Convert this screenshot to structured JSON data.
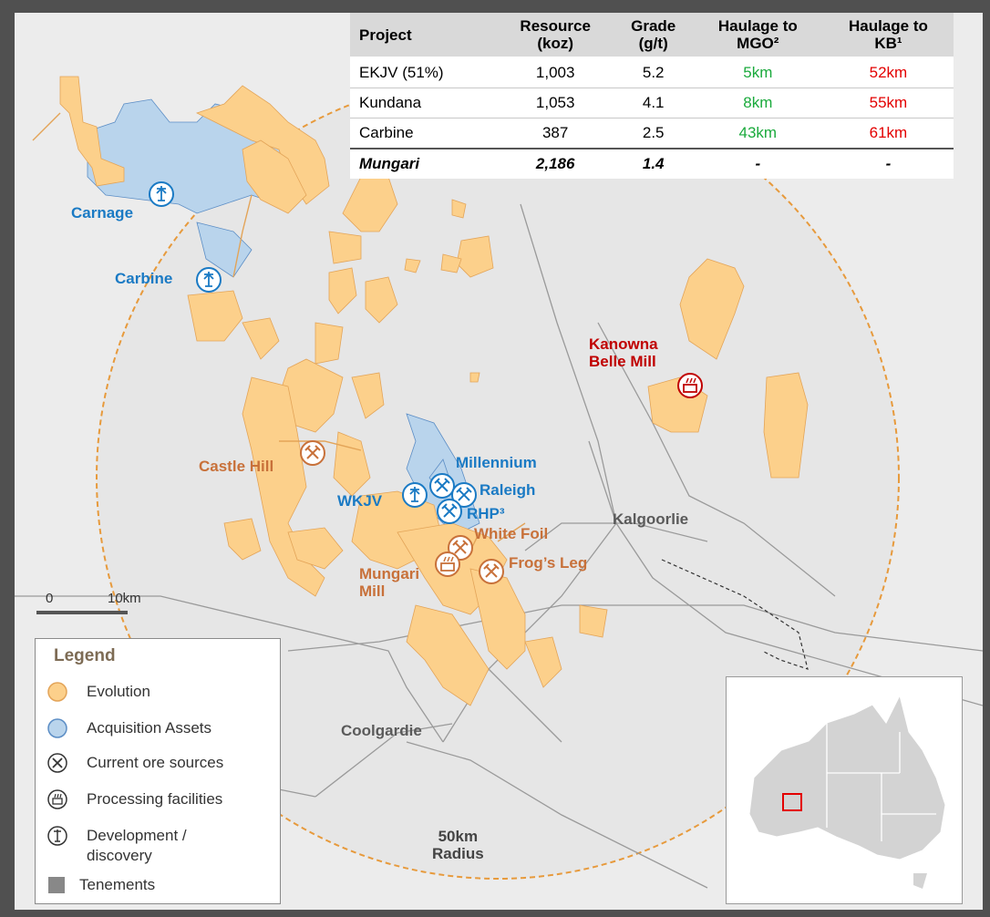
{
  "table": {
    "headers": [
      "Project",
      "Resource (koz)",
      "Grade (g/t)",
      "Haulage to MGO²",
      "Haulage to KB¹"
    ],
    "header_lines": [
      [
        "Project"
      ],
      [
        "Resource",
        "(koz)"
      ],
      [
        "Grade",
        "(g/t)"
      ],
      [
        "Haulage to",
        "MGO²"
      ],
      [
        "Haulage to",
        "KB¹"
      ]
    ],
    "rows": [
      [
        "EKJV (51%)",
        "1,003",
        "5.2",
        "5km",
        "52km"
      ],
      [
        "Kundana",
        "1,053",
        "4.1",
        "8km",
        "55km"
      ],
      [
        "Carbine",
        "387",
        "2.5",
        "43km",
        "61km"
      ]
    ],
    "total": [
      "Mungari",
      "2,186",
      "1.4",
      "-",
      "-"
    ]
  },
  "labels": {
    "carnage": "Carnage",
    "carbine": "Carbine",
    "kanowna": [
      "Kanowna",
      "Belle Mill"
    ],
    "castle_hill": "Castle Hill",
    "millennium": "Millennium",
    "raleigh": "Raleigh",
    "wkjv": "WKJV",
    "rhp": "RHP³",
    "white_foil": "White Foil",
    "frogs_leg": "Frog’s Leg",
    "mungari_mill": [
      "Mungari",
      "Mill"
    ],
    "kalgoorlie": "Kalgoorlie",
    "coolgardie": "Coolgardie",
    "radius": [
      "50km",
      "Radius"
    ]
  },
  "scale": {
    "zero": "0",
    "ten": "10km"
  },
  "legend": {
    "title": "Legend",
    "items": [
      {
        "icon": "evolution-swatch",
        "label": "Evolution"
      },
      {
        "icon": "acquisition-swatch",
        "label": "Acquisition Assets"
      },
      {
        "icon": "pickaxe-icon",
        "label": "Current ore sources"
      },
      {
        "icon": "mill-icon",
        "label": "Processing facilities"
      },
      {
        "icon": "drill-rig-icon",
        "label": "Development / discovery"
      },
      {
        "icon": "tenement-swatch",
        "label": "Tenements"
      }
    ]
  },
  "colors": {
    "evolution": "#fcd08b",
    "acquisition": "#b9d4ec",
    "blue_text": "#1a7ac4",
    "orange_text": "#c8713a",
    "red_text": "#c00000",
    "haulage_green": "#1aaa3c",
    "haulage_red": "#e30000",
    "radius_line": "#e79a3c"
  }
}
